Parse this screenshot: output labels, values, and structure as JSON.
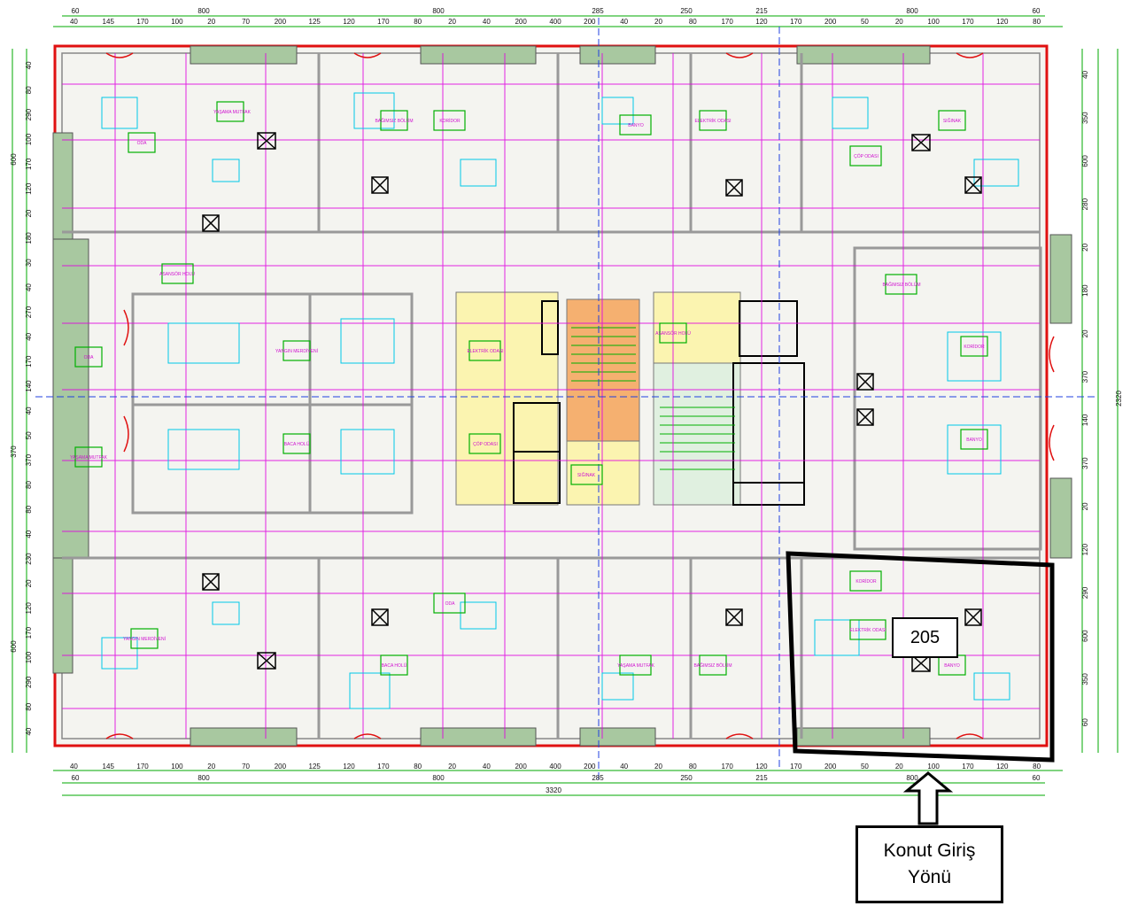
{
  "plan": {
    "overall_width": "3320",
    "top_dims_row1": [
      "60",
      "800",
      "800",
      "285",
      "250",
      "215",
      "800",
      "60"
    ],
    "top_dims_row2": [
      "40",
      "145",
      "170",
      "100",
      "20",
      "70",
      "200",
      "125",
      "120",
      "170",
      "80",
      "20",
      "40",
      "200",
      "400",
      "200",
      "40",
      "20",
      "80",
      "170",
      "120",
      "170",
      "200",
      "50",
      "20",
      "100",
      "170",
      "120",
      "80"
    ],
    "left_dims": [
      "40",
      "80",
      "290",
      "100",
      "170",
      "120",
      "20",
      "180",
      "30",
      "40",
      "270",
      "40",
      "170",
      "140",
      "40",
      "50",
      "370",
      "80",
      "80",
      "40",
      "230",
      "20",
      "120",
      "170",
      "100",
      "290",
      "80",
      "40"
    ],
    "left_group": [
      "600",
      "370",
      "600"
    ],
    "right_dims": [
      "40",
      "350",
      "600",
      "280",
      "20",
      "180",
      "20",
      "370",
      "140",
      "370",
      "20",
      "120",
      "290",
      "600",
      "350",
      "60"
    ],
    "right_total": "2320",
    "room_labels": [
      "ODA",
      "YAŞAMA MUTFAK",
      "BAĞIMSIZ BÖLÜM",
      "KORİDOR",
      "BANYO",
      "ELEKTRİK ODASI",
      "ÇÖP ODASI",
      "SIĞINAK",
      "ASANSÖR HOLÜ",
      "YANGIN MERDİVENİ",
      "BACA HOLÜ"
    ]
  },
  "unit_label": "205",
  "entrance_callout": {
    "line1": "Konut Giriş",
    "line2": "Yönü"
  },
  "colors": {
    "wall_red": "#e01010",
    "magenta": "#e000e0",
    "cyan": "#00c8e8",
    "green": "#00b000",
    "dim_green": "#00aa00",
    "core_yellow": "#fbf4b0",
    "stair_orange": "#f5b070",
    "balcony_gray": "#a8c8a0"
  }
}
